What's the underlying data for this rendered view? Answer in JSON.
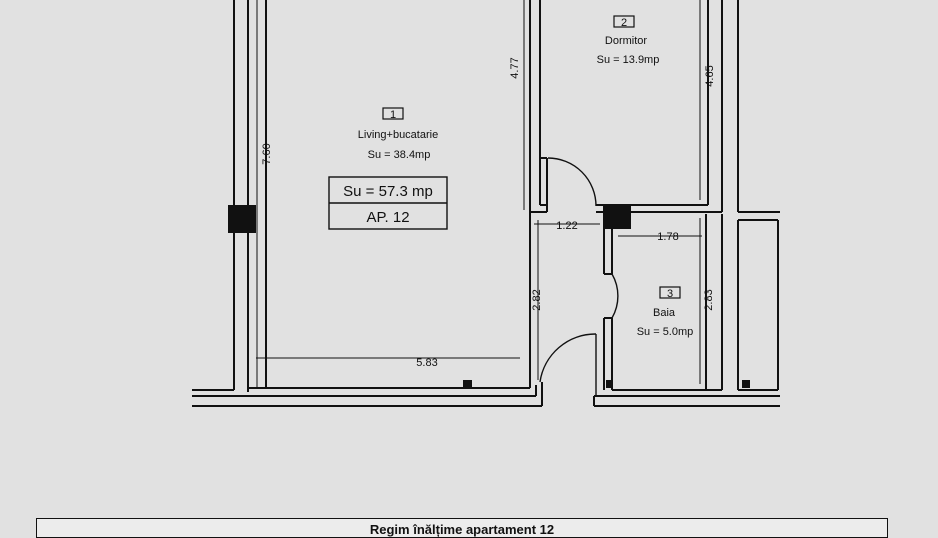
{
  "rooms": [
    {
      "number": "1",
      "name": "Living+bucatarie",
      "area": "Su = 38.4mp"
    },
    {
      "number": "2",
      "name": "Dormitor",
      "area": "Su = 13.9mp"
    },
    {
      "number": "3",
      "name": "Baia",
      "area": "Su = 5.0mp"
    }
  ],
  "summary": {
    "total_area": "Su = 57.3 mp",
    "apartment": "AP. 12"
  },
  "dimensions": {
    "living_height": "7.60",
    "living_width": "5.83",
    "living_upper": "4.77",
    "bedroom_height": "4.65",
    "hall_width": "1.22",
    "bath_width": "1.78",
    "hall_height": "2.82",
    "bath_height": "2.83"
  },
  "footer": {
    "title": "Regim înălțime apartament 12"
  }
}
